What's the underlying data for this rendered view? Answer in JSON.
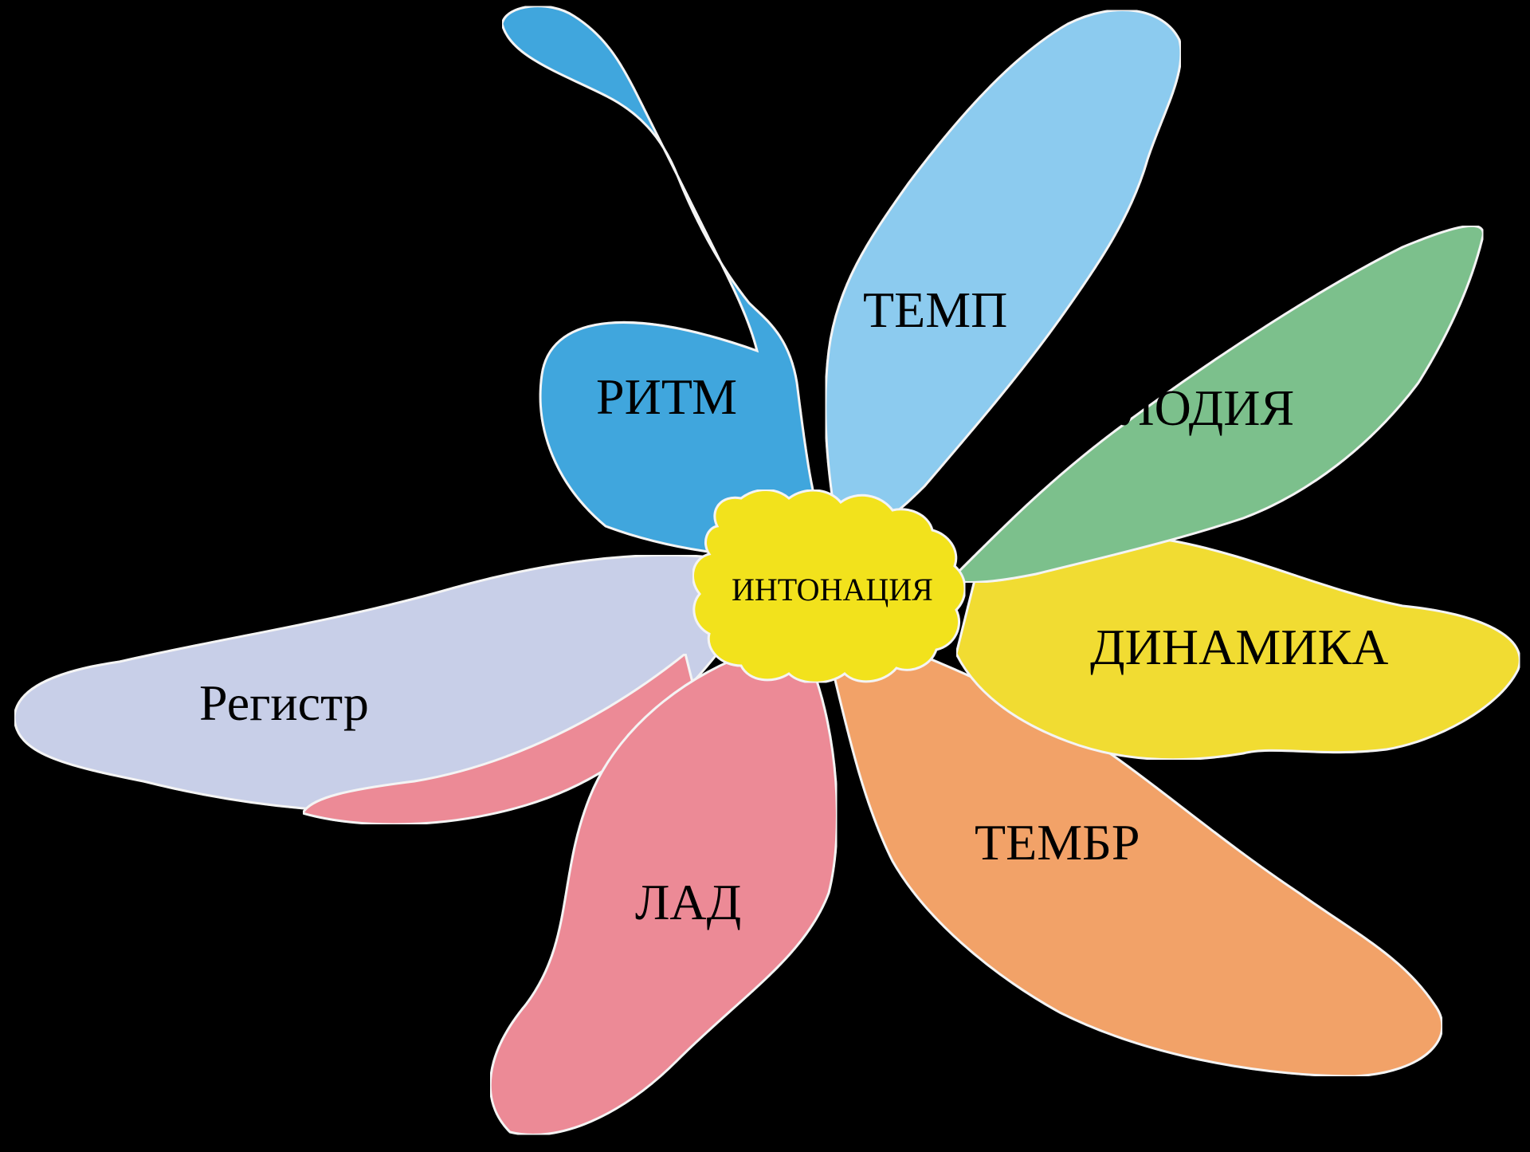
{
  "diagram": {
    "center": {
      "label": "ИНТОНАЦИЯ",
      "color": "#f2e21a"
    },
    "petals": [
      {
        "id": "ritm",
        "label": "РИТМ",
        "color": "#3fa6dd"
      },
      {
        "id": "temp",
        "label": "ТЕМП",
        "color": "#8ccbef"
      },
      {
        "id": "melodiya",
        "label": "МЕЛОДИЯ",
        "color": "#7cc08c"
      },
      {
        "id": "dinamika",
        "label": "ДИНАМИКА",
        "color": "#f1dc32"
      },
      {
        "id": "tembr",
        "label": "ТЕМБР",
        "color": "#f2a268"
      },
      {
        "id": "lad",
        "label": "ЛАД",
        "color": "#ec8a96"
      },
      {
        "id": "registr",
        "label": "Регистр",
        "color": "#c8cfe8"
      }
    ],
    "background": "#000000"
  }
}
